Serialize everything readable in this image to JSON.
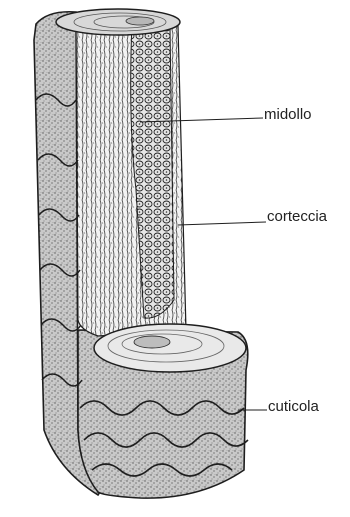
{
  "diagram": {
    "labels": {
      "medulla": "midollo",
      "cortex": "corteccia",
      "cuticle": "cuticola"
    },
    "colors": {
      "ink": "#1e1e1e",
      "paper": "#ffffff",
      "shade_light": "#dcdcdc",
      "shade_mid": "#9a9a9a",
      "shade_dark": "#3a3a3a"
    }
  }
}
